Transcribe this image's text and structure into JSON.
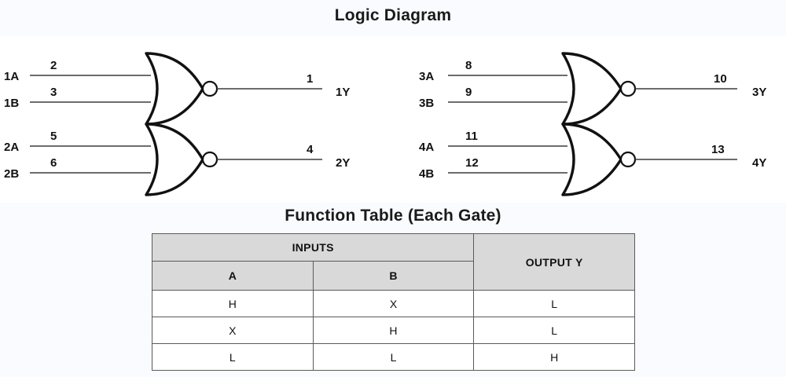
{
  "diagram": {
    "title": "Logic Diagram",
    "gate_type": "nor-gate",
    "gates": [
      {
        "id": "gate-1",
        "input_a_label": "1A",
        "input_a_pin": "2",
        "input_b_label": "1B",
        "input_b_pin": "3",
        "output_label": "1Y",
        "output_pin": "1"
      },
      {
        "id": "gate-2",
        "input_a_label": "2A",
        "input_a_pin": "5",
        "input_b_label": "2B",
        "input_b_pin": "6",
        "output_label": "2Y",
        "output_pin": "4"
      },
      {
        "id": "gate-3",
        "input_a_label": "3A",
        "input_a_pin": "8",
        "input_b_label": "3B",
        "input_b_pin": "9",
        "output_label": "3Y",
        "output_pin": "10"
      },
      {
        "id": "gate-4",
        "input_a_label": "4A",
        "input_a_pin": "11",
        "input_b_label": "4B",
        "input_b_pin": "12",
        "output_label": "4Y",
        "output_pin": "13"
      }
    ]
  },
  "function_table": {
    "title": "Function Table (Each Gate)",
    "group_header_inputs": "INPUTS",
    "group_header_output": "OUTPUT Y",
    "columns": [
      "A",
      "B"
    ],
    "rows": [
      {
        "a": "H",
        "b": "X",
        "y": "L"
      },
      {
        "a": "X",
        "b": "H",
        "y": "L"
      },
      {
        "a": "L",
        "b": "L",
        "y": "H"
      }
    ]
  },
  "colors": {
    "background": "#ffffff",
    "band_tint": "#fafbff",
    "ink": "#111111",
    "wire": "#3c3c3c",
    "table_header_fill": "#d9d9d9",
    "table_border": "#5a5a5a"
  }
}
